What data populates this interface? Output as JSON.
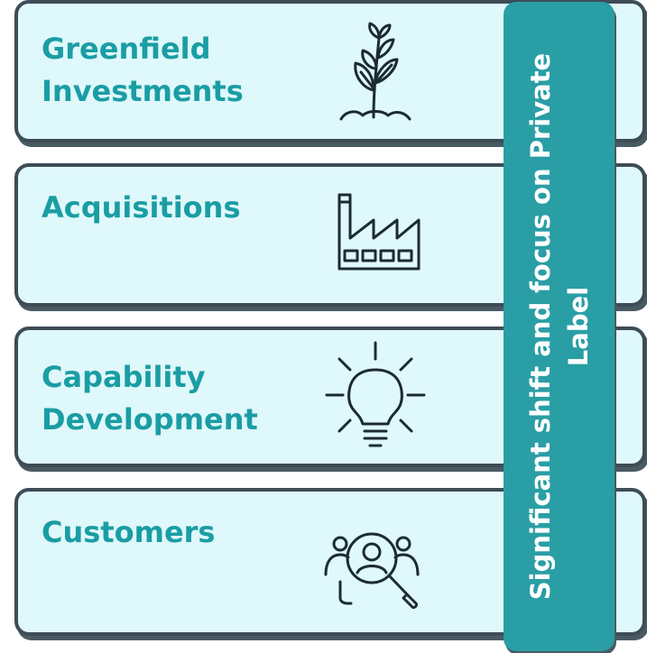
{
  "items": [
    {
      "label": "Greenfield\nInvestments",
      "icon": "sprout-icon"
    },
    {
      "label": "Acquisitions",
      "icon": "factory-icon"
    },
    {
      "label": "Capability\nDevelopment",
      "icon": "lightbulb-icon"
    },
    {
      "label": "Customers",
      "icon": "customer-search-icon"
    }
  ],
  "banner": {
    "text": "Significant shift and focus on Private Label"
  },
  "colors": {
    "card_fill": "#dff8fb",
    "card_border": "#3e4c56",
    "accent": "#1a9da4",
    "banner": "#2a9ea5"
  }
}
